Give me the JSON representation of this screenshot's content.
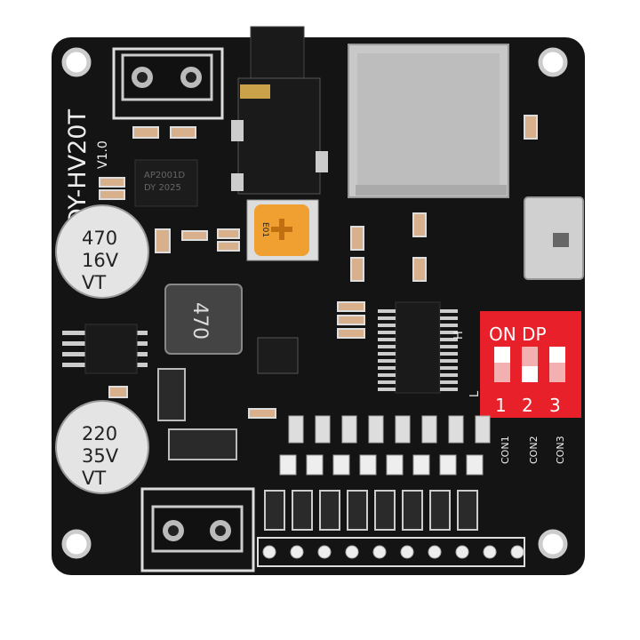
{
  "board": {
    "model": "DY-HV20T",
    "version": "V1.0",
    "amp_chip": {
      "line1": "AP2001D",
      "line2": "DY 2025"
    },
    "cap_top": {
      "value": "470",
      "voltage": "16V",
      "brand": "VT"
    },
    "cap_bottom": {
      "value": "220",
      "voltage": "35V",
      "brand": "VT"
    },
    "inductor": "470",
    "pot_label": "E01",
    "dip_switch": {
      "title": "ON DP",
      "numbers": [
        "1",
        "2",
        "3"
      ],
      "positions": [
        "on",
        "off",
        "on"
      ]
    },
    "hl_labels": {
      "high": "H",
      "low": "L"
    },
    "connectors": [
      "CON1",
      "CON2",
      "CON3"
    ],
    "colors": {
      "pcb": "#141414",
      "dip": "#e8202a",
      "pot": "#f0a030",
      "silkscreen": "#e8e8e8"
    }
  }
}
